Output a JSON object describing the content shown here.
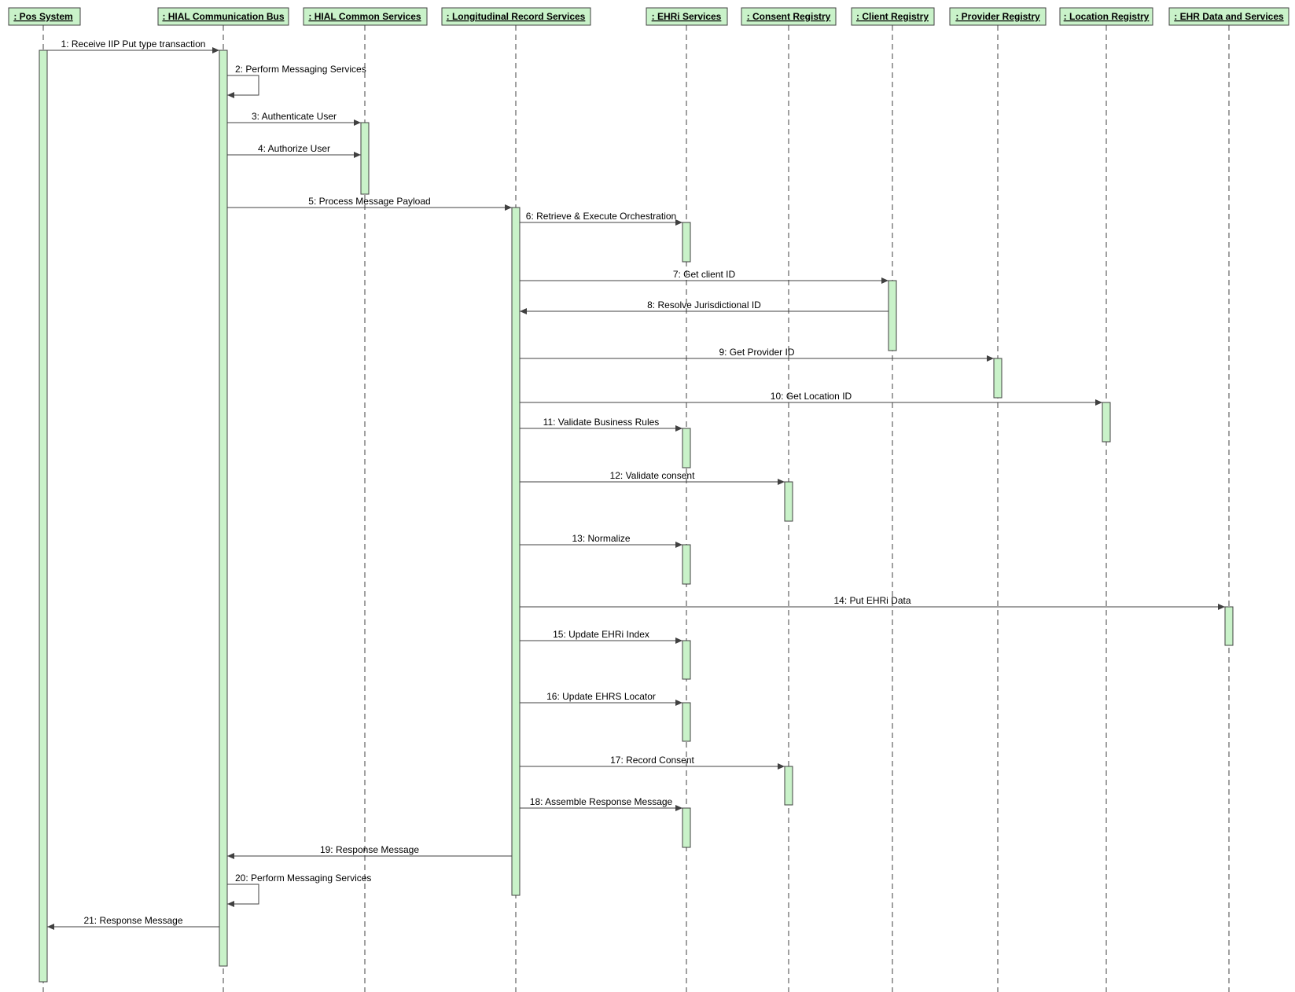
{
  "diagram": {
    "colors": {
      "box_fill": "#c9f2c9",
      "line": "#404040",
      "background": "#ffffff"
    },
    "participants": [
      {
        "id": "pos",
        "label": ": Pos System"
      },
      {
        "id": "hial",
        "label": ": HIAL Communication Bus"
      },
      {
        "id": "hcs",
        "label": ": HIAL Common Services"
      },
      {
        "id": "lrs",
        "label": ": Longitudinal Record Services"
      },
      {
        "id": "ehri",
        "label": ": EHRi Services"
      },
      {
        "id": "consent",
        "label": ": Consent Registry"
      },
      {
        "id": "client",
        "label": ": Client Registry"
      },
      {
        "id": "provider",
        "label": ": Provider Registry"
      },
      {
        "id": "location",
        "label": ": Location Registry"
      },
      {
        "id": "ehrdata",
        "label": ": EHR Data and Services"
      }
    ],
    "messages": [
      {
        "n": 1,
        "label": "1: Receive IIP Put type transaction",
        "from": "pos",
        "to": "hial"
      },
      {
        "n": 2,
        "label": "2: Perform Messaging Services",
        "from": "hial",
        "to": "hial"
      },
      {
        "n": 3,
        "label": "3: Authenticate User",
        "from": "hial",
        "to": "hcs"
      },
      {
        "n": 4,
        "label": "4: Authorize User",
        "from": "hial",
        "to": "hcs"
      },
      {
        "n": 5,
        "label": "5: Process Message Payload",
        "from": "hial",
        "to": "lrs"
      },
      {
        "n": 6,
        "label": "6: Retrieve & Execute Orchestration",
        "from": "lrs",
        "to": "ehri"
      },
      {
        "n": 7,
        "label": "7: Get client ID",
        "from": "lrs",
        "to": "client"
      },
      {
        "n": 8,
        "label": "8: Resolve Jurisdictional ID",
        "from": "client",
        "to": "lrs"
      },
      {
        "n": 9,
        "label": "9: Get Provider ID",
        "from": "lrs",
        "to": "provider"
      },
      {
        "n": 10,
        "label": "10: Get Location ID",
        "from": "lrs",
        "to": "location"
      },
      {
        "n": 11,
        "label": "11: Validate Business Rules",
        "from": "lrs",
        "to": "ehri"
      },
      {
        "n": 12,
        "label": "12: Validate consent",
        "from": "lrs",
        "to": "consent"
      },
      {
        "n": 13,
        "label": "13: Normalize",
        "from": "lrs",
        "to": "ehri"
      },
      {
        "n": 14,
        "label": "14: Put EHRi Data",
        "from": "lrs",
        "to": "ehrdata"
      },
      {
        "n": 15,
        "label": "15: Update EHRi Index",
        "from": "lrs",
        "to": "ehri"
      },
      {
        "n": 16,
        "label": "16: Update EHRS Locator",
        "from": "lrs",
        "to": "ehri"
      },
      {
        "n": 17,
        "label": "17: Record Consent",
        "from": "lrs",
        "to": "consent"
      },
      {
        "n": 18,
        "label": "18: Assemble Response Message",
        "from": "lrs",
        "to": "ehri"
      },
      {
        "n": 19,
        "label": "19: Response Message",
        "from": "lrs",
        "to": "hial"
      },
      {
        "n": 20,
        "label": "20: Perform Messaging Services",
        "from": "hial",
        "to": "hial"
      },
      {
        "n": 21,
        "label": "21: Response Message",
        "from": "hial",
        "to": "pos"
      }
    ]
  }
}
